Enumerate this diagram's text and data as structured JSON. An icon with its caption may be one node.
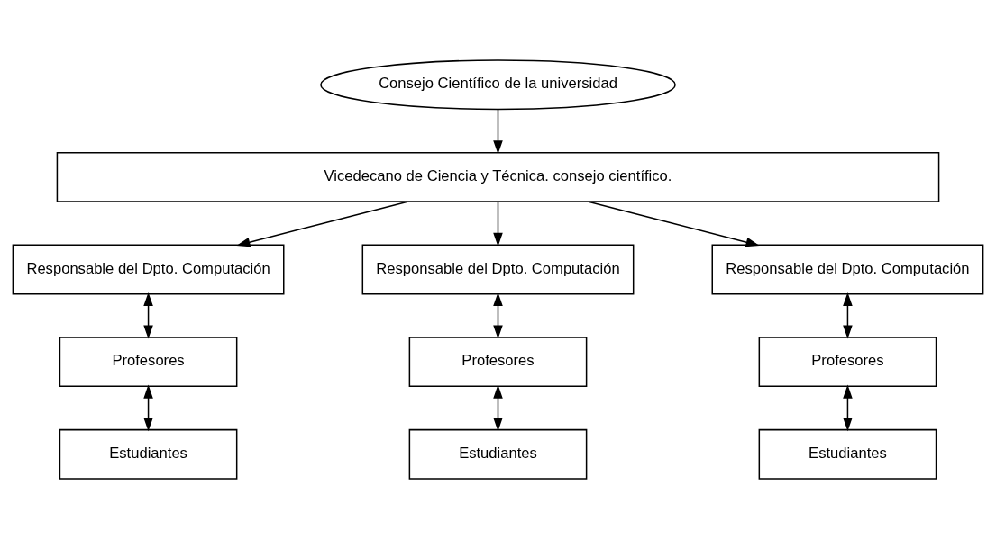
{
  "diagram": {
    "nodes": [
      {
        "text": [
          "Consejo Científico de la universidad"
        ]
      },
      {
        "text": [
          "Vicedecano de Ciencia y Técnica. consejo científico."
        ]
      },
      {
        "text": [
          "Responsable del Dpto. Computación"
        ]
      },
      {
        "text": [
          "Responsable del Dpto. Computación"
        ]
      },
      {
        "text": [
          "Responsable del Dpto. Computación"
        ]
      },
      {
        "text": [
          "Profesores"
        ]
      },
      {
        "text": [
          "Profesores"
        ]
      },
      {
        "text": [
          "Profesores"
        ]
      },
      {
        "text": [
          "Estudiantes"
        ]
      },
      {
        "text": [
          "Estudiantes"
        ]
      },
      {
        "text": [
          "Estudiantes"
        ]
      }
    ],
    "edges": [
      {
        "from": 0,
        "to": 1,
        "arrow": "to"
      },
      {
        "from": 1,
        "to": 2,
        "arrow": "to"
      },
      {
        "from": 1,
        "to": 3,
        "arrow": "to"
      },
      {
        "from": 1,
        "to": 4,
        "arrow": "to"
      },
      {
        "from": 2,
        "to": 5,
        "arrow": "both"
      },
      {
        "from": 5,
        "to": 8,
        "arrow": "both"
      },
      {
        "from": 3,
        "to": 6,
        "arrow": "both"
      },
      {
        "from": 6,
        "to": 9,
        "arrow": "both"
      },
      {
        "from": 4,
        "to": 7,
        "arrow": "both"
      },
      {
        "from": 7,
        "to": 10,
        "arrow": "both"
      }
    ]
  }
}
